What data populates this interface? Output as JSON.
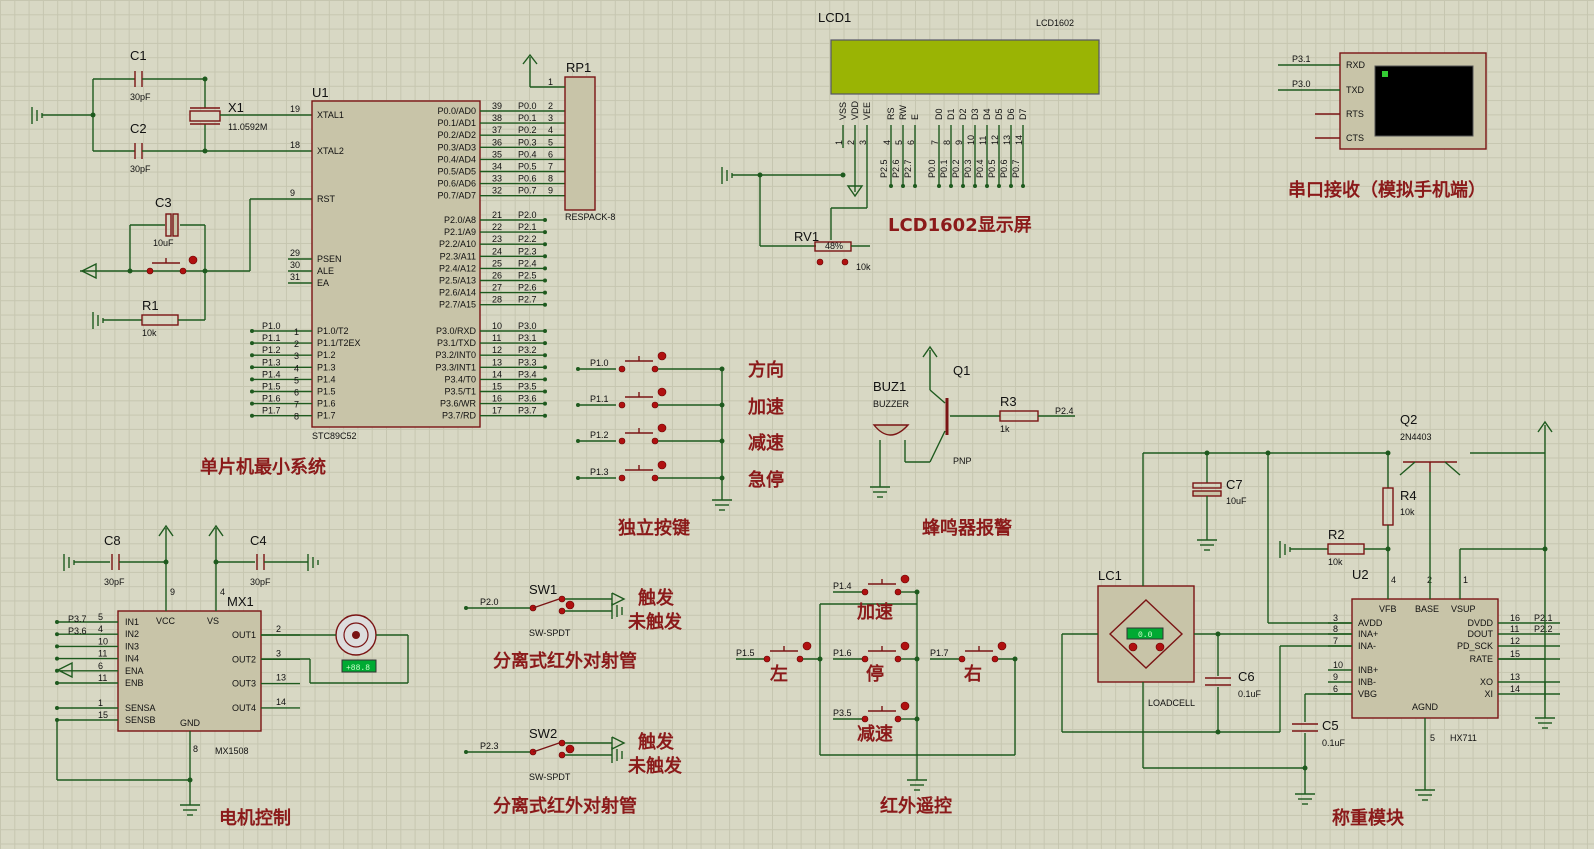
{
  "sections": {
    "mcu": "单片机最小系统",
    "lcd": "LCD1602显示屏",
    "serial": "串口接收（模拟手机端）",
    "keys": "独立按键",
    "buzzer": "蜂鸣器报警",
    "motor": "电机控制",
    "ir1": "分离式红外对射管",
    "ir2": "分离式红外对射管",
    "remote": "红外遥控",
    "weigh": "称重模块"
  },
  "buttons": {
    "dir": "方向",
    "acc": "加速",
    "dec": "减速",
    "stop": "急停"
  },
  "remote_keys": {
    "acc": "加速",
    "left": "左",
    "stop": "停",
    "right": "右",
    "dec": "减速"
  },
  "sw": {
    "trig": "触发",
    "untrig": "未触发",
    "sw1": "SW1",
    "sw2": "SW2",
    "type": "SW-SPDT",
    "net1": "P2.0",
    "net2": "P2.3"
  },
  "u1": {
    "ref": "U1",
    "part": "STC89C52",
    "left_pins": [
      {
        "num": "19",
        "name": "XTAL1"
      },
      {
        "num": "18",
        "name": "XTAL2"
      },
      {
        "num": "9",
        "name": "RST"
      },
      {
        "num": "29",
        "name": "PSEN"
      },
      {
        "num": "30",
        "name": "ALE"
      },
      {
        "num": "31",
        "name": "EA"
      }
    ],
    "p1_pins": [
      {
        "num": "1",
        "name": "P1.0/T2",
        "net": "P1.0"
      },
      {
        "num": "2",
        "name": "P1.1/T2EX",
        "net": "P1.1"
      },
      {
        "num": "3",
        "name": "P1.2",
        "net": "P1.2"
      },
      {
        "num": "4",
        "name": "P1.3",
        "net": "P1.3"
      },
      {
        "num": "5",
        "name": "P1.4",
        "net": "P1.4"
      },
      {
        "num": "6",
        "name": "P1.5",
        "net": "P1.5"
      },
      {
        "num": "7",
        "name": "P1.6",
        "net": "P1.6"
      },
      {
        "num": "8",
        "name": "P1.7",
        "net": "P1.7"
      }
    ],
    "p0_pins": [
      {
        "num": "39",
        "name": "P0.0/AD0",
        "net": "P0.0",
        "rp": "2"
      },
      {
        "num": "38",
        "name": "P0.1/AD1",
        "net": "P0.1",
        "rp": "3"
      },
      {
        "num": "37",
        "name": "P0.2/AD2",
        "net": "P0.2",
        "rp": "4"
      },
      {
        "num": "36",
        "name": "P0.3/AD3",
        "net": "P0.3",
        "rp": "5"
      },
      {
        "num": "35",
        "name": "P0.4/AD4",
        "net": "P0.4",
        "rp": "6"
      },
      {
        "num": "34",
        "name": "P0.5/AD5",
        "net": "P0.5",
        "rp": "7"
      },
      {
        "num": "33",
        "name": "P0.6/AD6",
        "net": "P0.6",
        "rp": "8"
      },
      {
        "num": "32",
        "name": "P0.7/AD7",
        "net": "P0.7",
        "rp": "9"
      }
    ],
    "p2_pins": [
      {
        "num": "21",
        "name": "P2.0/A8",
        "net": "P2.0"
      },
      {
        "num": "22",
        "name": "P2.1/A9",
        "net": "P2.1"
      },
      {
        "num": "23",
        "name": "P2.2/A10",
        "net": "P2.2"
      },
      {
        "num": "24",
        "name": "P2.3/A11",
        "net": "P2.3"
      },
      {
        "num": "25",
        "name": "P2.4/A12",
        "net": "P2.4"
      },
      {
        "num": "26",
        "name": "P2.5/A13",
        "net": "P2.5"
      },
      {
        "num": "27",
        "name": "P2.6/A14",
        "net": "P2.6"
      },
      {
        "num": "28",
        "name": "P2.7/A15",
        "net": "P2.7"
      }
    ],
    "p3_pins": [
      {
        "num": "10",
        "name": "P3.0/RXD",
        "net": "P3.0"
      },
      {
        "num": "11",
        "name": "P3.1/TXD",
        "net": "P3.1"
      },
      {
        "num": "12",
        "name": "P3.2/INT0",
        "net": "P3.2"
      },
      {
        "num": "13",
        "name": "P3.3/INT1",
        "net": "P3.3"
      },
      {
        "num": "14",
        "name": "P3.4/T0",
        "net": "P3.4"
      },
      {
        "num": "15",
        "name": "P3.5/T1",
        "net": "P3.5"
      },
      {
        "num": "16",
        "name": "P3.6/WR",
        "net": "P3.6"
      },
      {
        "num": "17",
        "name": "P3.7/RD",
        "net": "P3.7"
      }
    ]
  },
  "rp1": {
    "ref": "RP1",
    "part": "RESPACK-8",
    "pin1": "1"
  },
  "crystal": {
    "ref": "X1",
    "value": "11.0592M",
    "c1": "C1",
    "c2": "C2",
    "cval": "30pF"
  },
  "reset": {
    "c3": "C3",
    "c3val": "10uF",
    "r1": "R1",
    "r1val": "10k"
  },
  "lcd": {
    "ref": "LCD1",
    "part": "LCD1602",
    "pins": [
      {
        "name": "VSS",
        "num": "1"
      },
      {
        "name": "VDD",
        "num": "2"
      },
      {
        "name": "VEE",
        "num": "3"
      },
      {
        "name": "RS",
        "num": "4"
      },
      {
        "name": "RW",
        "num": "5"
      },
      {
        "name": "E",
        "num": "6"
      },
      {
        "name": "D0",
        "num": "7"
      },
      {
        "name": "D1",
        "num": "8"
      },
      {
        "name": "D2",
        "num": "9"
      },
      {
        "name": "D3",
        "num": "10"
      },
      {
        "name": "D4",
        "num": "11"
      },
      {
        "name": "D5",
        "num": "12"
      },
      {
        "name": "D6",
        "num": "13"
      },
      {
        "name": "D7",
        "num": "14"
      }
    ],
    "nets": [
      "P2.5",
      "P2.6",
      "P2.7",
      "P0.0",
      "P0.1",
      "P0.2",
      "P0.3",
      "P0.4",
      "P0.5",
      "P0.6",
      "P0.7"
    ],
    "rv1": "RV1",
    "rv1val": "10k",
    "rv1pct": "48%"
  },
  "serial": {
    "net_rx": "P3.1",
    "net_tx": "P3.0",
    "pins": [
      "RXD",
      "TXD",
      "RTS",
      "CTS"
    ]
  },
  "key_nets": [
    "P1.0",
    "P1.1",
    "P1.2",
    "P1.3"
  ],
  "buzzer": {
    "ref": "BUZ1",
    "part": "BUZZER",
    "q": "Q1",
    "qtype": "PNP",
    "r": "R3",
    "rval": "1k",
    "net": "P2.4"
  },
  "motor": {
    "ref": "MX1",
    "part": "MX1508",
    "c8": "C8",
    "c4": "C4",
    "cval": "30pF",
    "left_pins": [
      {
        "num": "5",
        "name": "IN1",
        "net": "P3.7"
      },
      {
        "num": "4",
        "name": "IN2",
        "net": "P3.6"
      },
      {
        "num": "10",
        "name": "IN3",
        "net": ""
      },
      {
        "num": "11",
        "name": "IN4",
        "net": ""
      },
      {
        "num": "6",
        "name": "ENA",
        "net": ""
      },
      {
        "num": "11",
        "name": "ENB",
        "net": ""
      },
      {
        "num": "1",
        "name": "SENSA",
        "net": ""
      },
      {
        "num": "15",
        "name": "SENSB",
        "net": ""
      }
    ],
    "right_pins": [
      {
        "num": "2",
        "name": "OUT1"
      },
      {
        "num": "3",
        "name": "OUT2"
      },
      {
        "num": "13",
        "name": "OUT3"
      },
      {
        "num": "14",
        "name": "OUT4"
      }
    ],
    "top": [
      {
        "num": "9",
        "name": "VCC"
      },
      {
        "num": "4",
        "name": "VS"
      }
    ],
    "gnd": {
      "num": "8",
      "name": "GND"
    },
    "motor_display": "+88.8"
  },
  "remote_nets": [
    "P1.4",
    "P1.5",
    "P1.6",
    "P1.7",
    "P3.5"
  ],
  "weigh": {
    "lc": "LC1",
    "lcpart": "LOADCELL",
    "lcval": "0.0",
    "u2": "U2",
    "u2part": "HX711",
    "q2": "Q2",
    "q2part": "2N4403",
    "c7": "C7",
    "c7val": "10uF",
    "r4": "R4",
    "r4val": "10k",
    "r2": "R2",
    "r2val": "10k",
    "c6": "C6",
    "c6val": "0.1uF",
    "c5": "C5",
    "c5val": "0.1uF",
    "left_pins": [
      {
        "num": "3",
        "name": "AVDD"
      },
      {
        "num": "8",
        "name": "INA+"
      },
      {
        "num": "7",
        "name": "INA-"
      },
      {
        "num": "10",
        "name": "INB+"
      },
      {
        "num": "9",
        "name": "INB-"
      },
      {
        "num": "6",
        "name": "VBG"
      }
    ],
    "top_pins": [
      {
        "num": "4",
        "name": "VFB"
      },
      {
        "num": "2",
        "name": "BASE"
      },
      {
        "num": "1",
        "name": "VSUP"
      }
    ],
    "right_pins": [
      {
        "num": "16",
        "name": "DVDD",
        "net": "P2.1"
      },
      {
        "num": "11",
        "name": "DOUT",
        "net": "P2.2"
      },
      {
        "num": "12",
        "name": "PD_SCK",
        "net": ""
      },
      {
        "num": "15",
        "name": "RATE",
        "net": ""
      },
      {
        "num": "13",
        "name": "XO",
        "net": ""
      },
      {
        "num": "14",
        "name": "XI",
        "net": ""
      }
    ],
    "agnd": {
      "num": "5",
      "name": "AGND"
    }
  }
}
